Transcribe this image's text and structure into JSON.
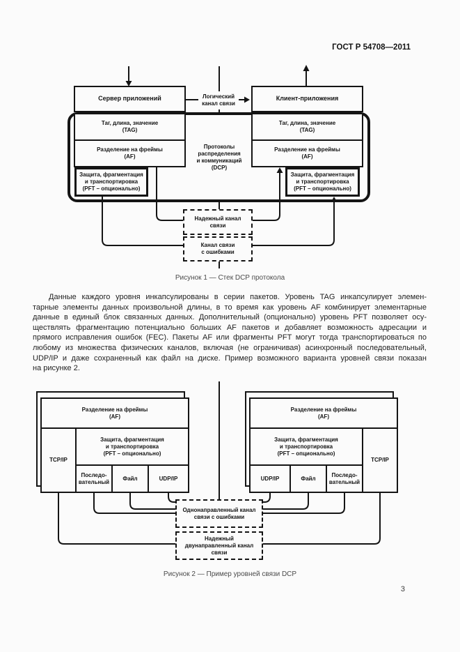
{
  "page": {
    "header": "ГОСТ Р 54708—2011",
    "page_number": "3"
  },
  "figure1": {
    "caption": "Рисунок 1 — Стек DCP протокола",
    "server_label": "Сервер приложений",
    "client_label": "Клиент-приложения",
    "logical_channel_label": "Логический\nканал связи",
    "stack": {
      "tag": "Таг, длина, значение\n(TAG)",
      "af": "Разделение на фреймы\n(AF)",
      "pft": "Защита, фрагментация\nи транспортировка\n(PFT – опционально)"
    },
    "dcp_label": "Протоколы\nраспределения\nи коммуникаций\n(DCP)",
    "reliable_channel": "Надежный канал\nсвязи",
    "error_channel": "Канал связи\nс ошибками"
  },
  "paragraph": {
    "lines": [
      "Данные каждого уровня инкапсулированы в серии пакетов. Уровень TAG инкапсулирует элемен-",
      "тарные элементы данных произвольной длины, в то время как уровень AF комбинирует элементарные",
      "данные в единый блок связанных данных. Дополнительный (опционально) уровень PFT позволяет осу-",
      "ществлять фрагментацию потенциально больших AF пакетов и добавляет возможность адресации и",
      "прямого исправления ошибок (FEC). Пакеты AF или фрагменты PFT могут тогда транспортироваться по",
      "любому из множества физических каналов, включая (не ограничивая) асинхронный последовательный,",
      "UDP/IP и даже сохраненный как файл на диске. Пример возможного варианта уровней связи показан",
      "на рисунке 2."
    ]
  },
  "figure2": {
    "caption": "Рисунок 2 — Пример уровней связи DCP",
    "af_label": "Разделение на фреймы\n(AF)",
    "pft_label": "Защита, фрагментация\nи транспортировка\n(PFT – опционально)",
    "tcpip_label": "TCP/IP",
    "serial_label": "Последо-\nвательный",
    "file_label": "Файл",
    "udpip_label": "UDP/IP",
    "unidirectional_channel": "Однонаправленный канал\nсвязи с ошибками",
    "reliable_bidirectional_channel": "Надежный\nдвунаправленный канал\nсвязи"
  }
}
